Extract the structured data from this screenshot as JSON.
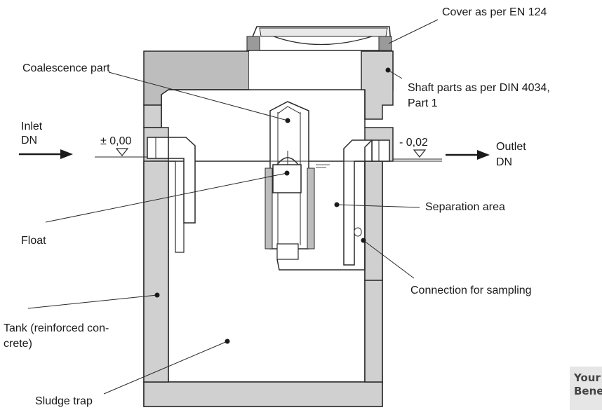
{
  "labels": {
    "cover": "Cover as per EN 124",
    "coalescence": "Coalescence part",
    "shaft_line1": "Shaft parts as per DIN 4034,",
    "shaft_line2": "Part 1",
    "inlet_line1": "Inlet",
    "inlet_line2": "DN",
    "level_inlet": "± 0,00",
    "level_outlet": "- 0,02",
    "outlet_line1": "Outlet",
    "outlet_line2": "DN",
    "separation": "Separation area",
    "float": "Float",
    "sampling": "Connection for sampling",
    "tank_line1": "Tank (reinforced con-",
    "tank_line2": "crete)",
    "sludge": "Sludge trap"
  },
  "benefits_box": {
    "text": "Your\nBenefits:"
  },
  "colors": {
    "concrete": "#d0d0d0",
    "concrete_dark": "#bdbdbd",
    "line": "#2a2a2a",
    "benefits_bg": "#e6e6e6",
    "benefits_text": "#444444"
  }
}
